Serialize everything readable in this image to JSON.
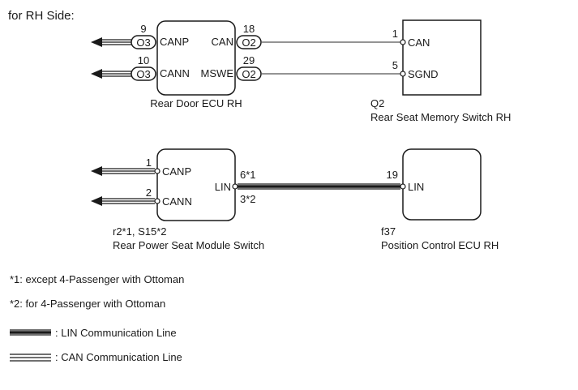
{
  "title": "for RH Side:",
  "components": {
    "rear_door_ecu": {
      "name": "Rear Door ECU RH",
      "code": "",
      "pins_left": [
        {
          "num": "9",
          "connector": "O3",
          "label": "CANP"
        },
        {
          "num": "10",
          "connector": "O3",
          "label": "CANN"
        }
      ],
      "pins_right": [
        {
          "num": "18",
          "connector": "O2",
          "label": "CAN"
        },
        {
          "num": "29",
          "connector": "O2",
          "label": "MSWE"
        }
      ]
    },
    "memory_switch": {
      "code": "Q2",
      "name": "Rear Seat Memory Switch RH",
      "pins": [
        {
          "num": "1",
          "label": "CAN"
        },
        {
          "num": "5",
          "label": "SGND"
        }
      ]
    },
    "power_seat_switch": {
      "code": "r2*1, S15*2",
      "name": "Rear Power Seat Module Switch",
      "pins_left": [
        {
          "num": "1",
          "label": "CANP"
        },
        {
          "num": "2",
          "label": "CANN"
        }
      ],
      "pin_right": {
        "label": "LIN",
        "num_a": "6*1",
        "num_b": "3*2"
      }
    },
    "position_ecu": {
      "code": "f37",
      "name": "Position Control ECU RH",
      "pin": {
        "num": "19",
        "label": "LIN"
      }
    }
  },
  "notes": [
    "*1: except 4-Passenger with Ottoman",
    "*2: for 4-Passenger with Ottoman"
  ],
  "legend": [
    {
      "type": "lin",
      "label": ": LIN Communication Line"
    },
    {
      "type": "can",
      "label": ": CAN Communication Line"
    }
  ]
}
